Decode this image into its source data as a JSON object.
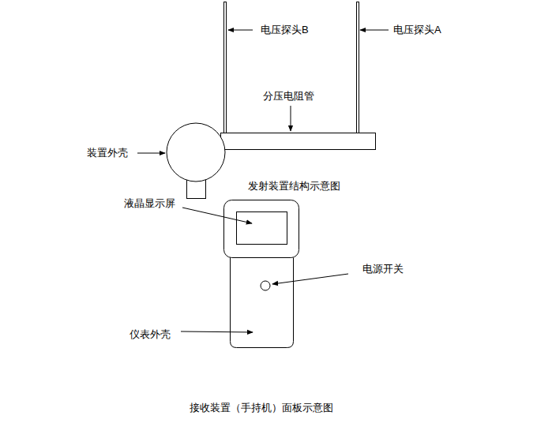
{
  "diagram": {
    "caption": "接收装置（手持机）面板示意图",
    "labels": [
      "电压探头B",
      "电压探头A",
      "分压电阻管",
      "装置外壳",
      "发射装置结构示意图",
      "液晶显示屏",
      "电源开关",
      "仪表外壳"
    ]
  }
}
